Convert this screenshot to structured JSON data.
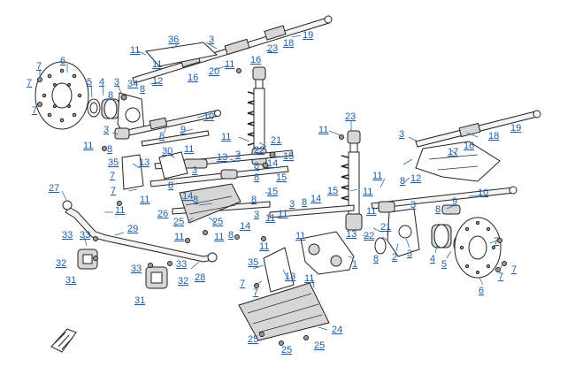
{
  "diagram": {
    "callouts": [
      {
        "text": "36"
      },
      {
        "text": "3"
      },
      {
        "text": "19"
      },
      {
        "text": "18"
      },
      {
        "text": "23"
      },
      {
        "text": "11"
      },
      {
        "text": "11"
      },
      {
        "text": "16"
      },
      {
        "text": "11"
      },
      {
        "text": "20"
      },
      {
        "text": "16"
      },
      {
        "text": "12"
      },
      {
        "text": "7"
      },
      {
        "text": "6"
      },
      {
        "text": "7"
      },
      {
        "text": "5"
      },
      {
        "text": "4"
      },
      {
        "text": "3"
      },
      {
        "text": "34"
      },
      {
        "text": "8"
      },
      {
        "text": "8"
      },
      {
        "text": "7"
      },
      {
        "text": "10"
      },
      {
        "text": "3"
      },
      {
        "text": "8"
      },
      {
        "text": "9"
      },
      {
        "text": "11"
      },
      {
        "text": "8"
      },
      {
        "text": "11"
      },
      {
        "text": "21"
      },
      {
        "text": "22"
      },
      {
        "text": "30"
      },
      {
        "text": "11"
      },
      {
        "text": "13"
      },
      {
        "text": "3"
      },
      {
        "text": "15"
      },
      {
        "text": "13"
      },
      {
        "text": "35"
      },
      {
        "text": "7"
      },
      {
        "text": "8"
      },
      {
        "text": "14"
      },
      {
        "text": "8"
      },
      {
        "text": "15"
      },
      {
        "text": "7"
      },
      {
        "text": "3"
      },
      {
        "text": "8"
      },
      {
        "text": "15"
      },
      {
        "text": "11"
      },
      {
        "text": "14"
      },
      {
        "text": "8"
      },
      {
        "text": "27"
      },
      {
        "text": "11"
      },
      {
        "text": "26"
      },
      {
        "text": "25"
      },
      {
        "text": "25"
      },
      {
        "text": "8"
      },
      {
        "text": "3"
      },
      {
        "text": "11"
      },
      {
        "text": "3"
      },
      {
        "text": "8"
      },
      {
        "text": "11"
      },
      {
        "text": "29"
      },
      {
        "text": "33"
      },
      {
        "text": "33"
      },
      {
        "text": "11"
      },
      {
        "text": "14"
      },
      {
        "text": "11"
      },
      {
        "text": "8"
      },
      {
        "text": "11"
      },
      {
        "text": "32"
      },
      {
        "text": "33"
      },
      {
        "text": "33"
      },
      {
        "text": "31"
      },
      {
        "text": "32"
      },
      {
        "text": "28"
      },
      {
        "text": "35"
      },
      {
        "text": "7"
      },
      {
        "text": "7"
      },
      {
        "text": "31"
      },
      {
        "text": "13"
      },
      {
        "text": "11"
      },
      {
        "text": "24"
      },
      {
        "text": "25"
      },
      {
        "text": "25"
      },
      {
        "text": "25"
      },
      {
        "text": "23"
      },
      {
        "text": "11"
      },
      {
        "text": "3"
      },
      {
        "text": "16"
      },
      {
        "text": "18"
      },
      {
        "text": "19"
      },
      {
        "text": "17"
      },
      {
        "text": "11"
      },
      {
        "text": "12"
      },
      {
        "text": "8"
      },
      {
        "text": "11"
      },
      {
        "text": "14"
      },
      {
        "text": "15"
      },
      {
        "text": "10"
      },
      {
        "text": "9"
      },
      {
        "text": "8"
      },
      {
        "text": "3"
      },
      {
        "text": "13"
      },
      {
        "text": "21"
      },
      {
        "text": "22"
      },
      {
        "text": "1"
      },
      {
        "text": "8"
      },
      {
        "text": "2"
      },
      {
        "text": "3"
      },
      {
        "text": "4"
      },
      {
        "text": "5"
      },
      {
        "text": "7"
      },
      {
        "text": "7"
      },
      {
        "text": "7"
      },
      {
        "text": "6"
      },
      {
        "text": "11"
      },
      {
        "text": "11"
      }
    ]
  }
}
